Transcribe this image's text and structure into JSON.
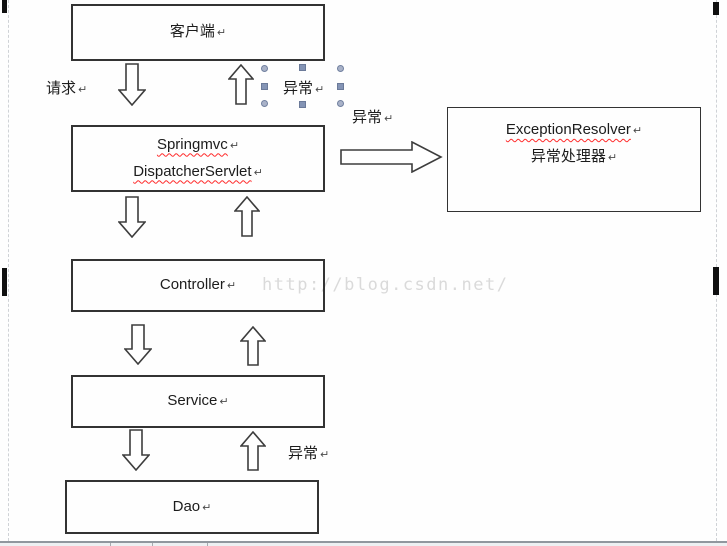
{
  "boxes": {
    "client": {
      "line1": "客户端"
    },
    "dispatcher": {
      "line1": "Springmvc",
      "line2": "DispatcherServlet"
    },
    "controller": {
      "line1": "Controller"
    },
    "service": {
      "line1": "Service"
    },
    "dao": {
      "line1": "Dao"
    },
    "exception_resolver": {
      "line1": "ExceptionResolver",
      "line2": "异常处理器"
    }
  },
  "labels": {
    "request": "请求",
    "exception_client": "异常",
    "exception_resolver_arrow": "异常",
    "exception_dao": "异常"
  },
  "watermark": {
    "text": "http://blog.csdn.net/"
  },
  "marks": {
    "paragraph": "↵"
  },
  "colors": {
    "box_border": "#333333",
    "arrow_outline": "#3d3d3d",
    "spellcheck_wavy": "#ff2a2a",
    "selection_handle": "#8494b5",
    "watermark_text": "#dadada"
  }
}
